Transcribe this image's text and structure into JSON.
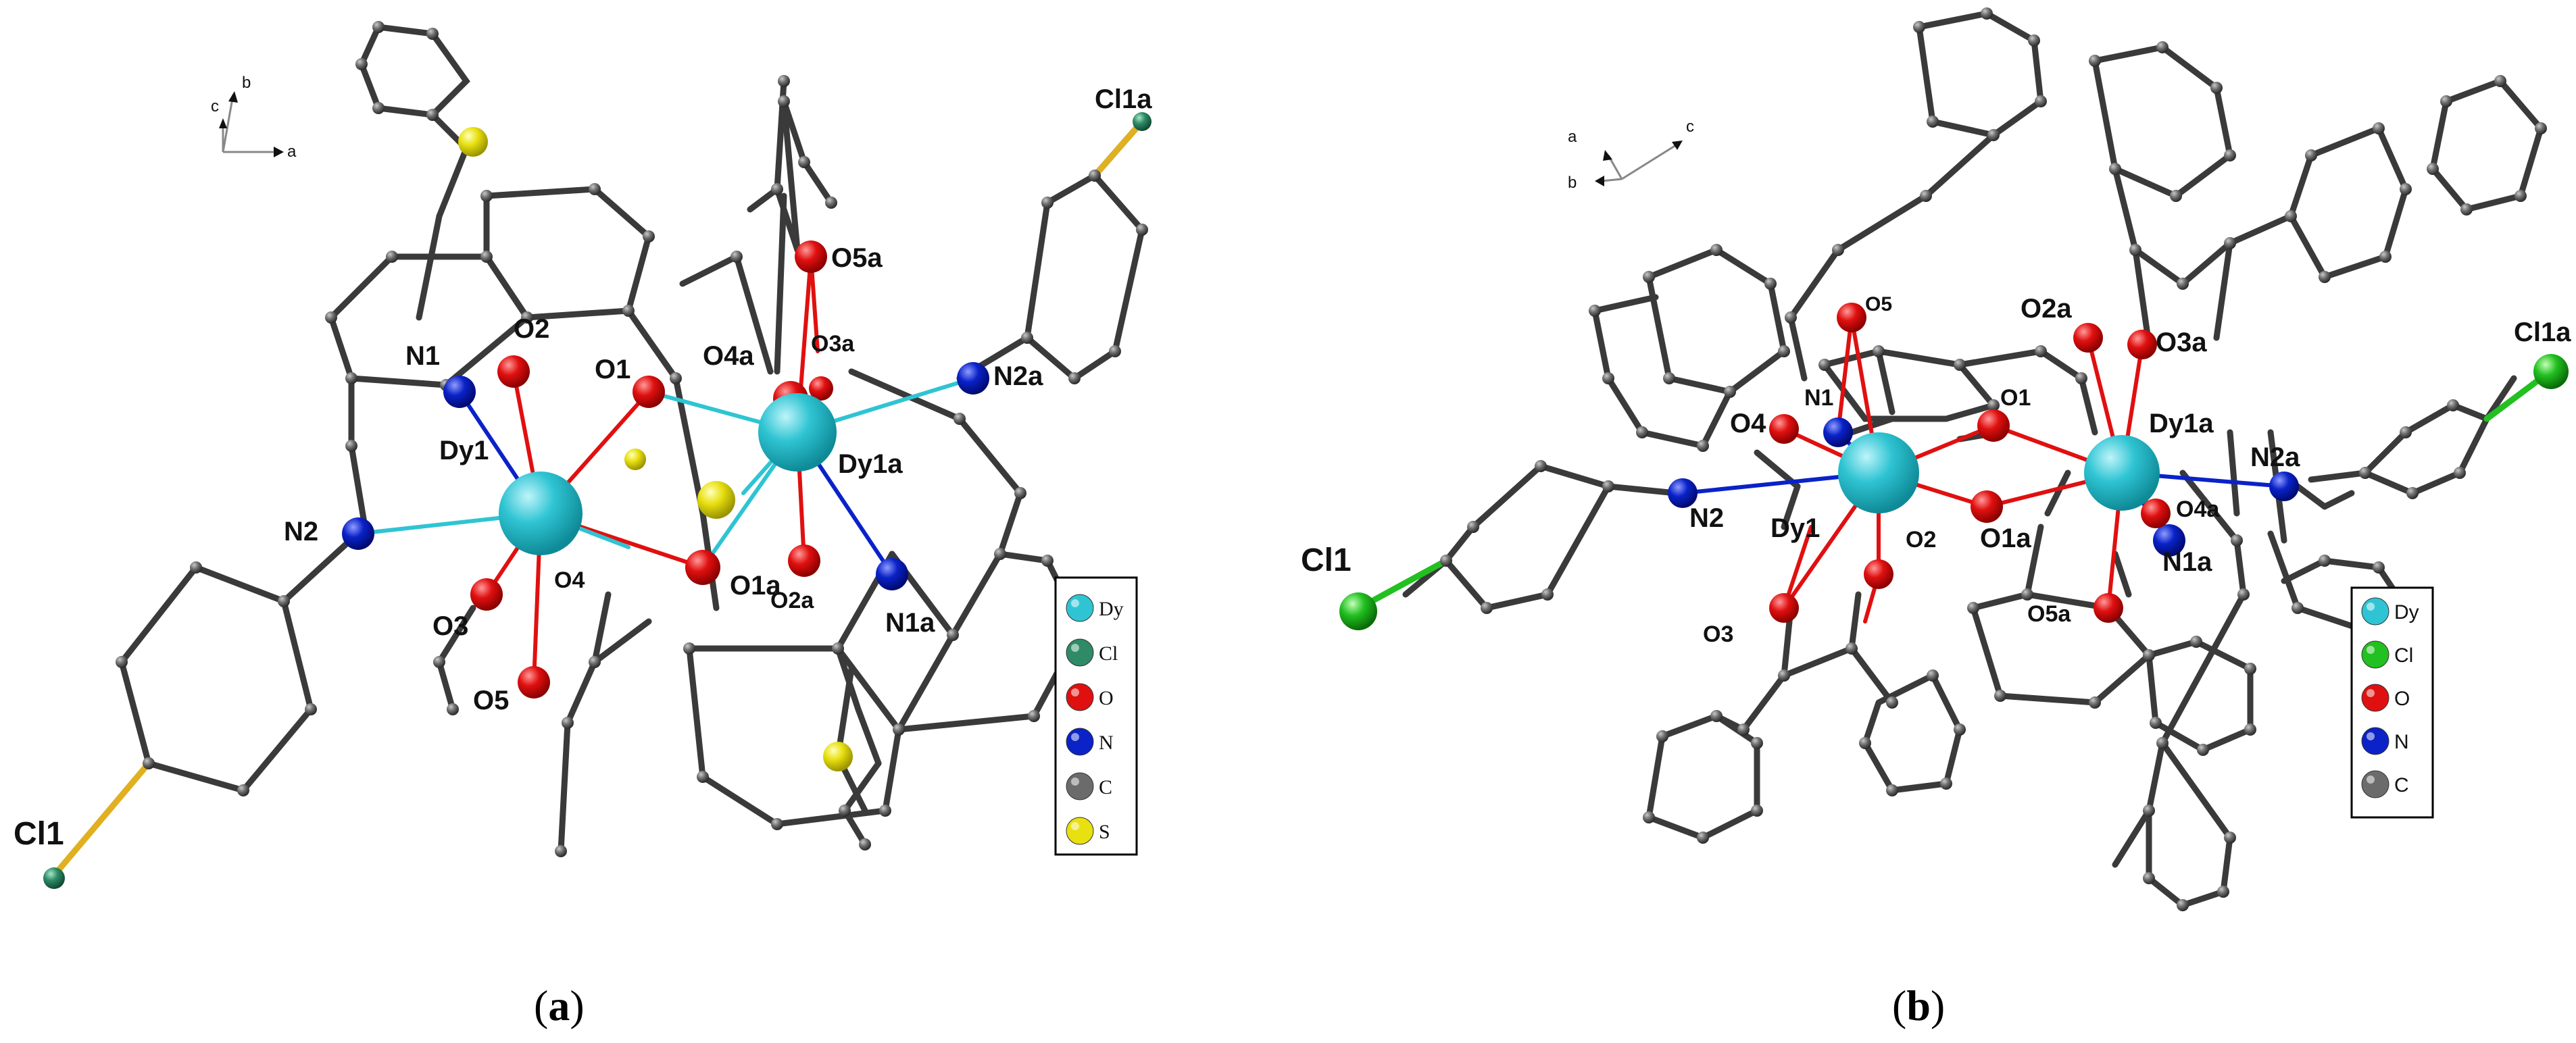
{
  "panels": [
    {
      "id": "a",
      "caption_open": "(",
      "caption_letter": "a",
      "caption_close": ")",
      "axes": [
        "c",
        "b",
        "a"
      ],
      "atom_labels": [
        "Cl1",
        "Cl1a",
        "N1",
        "N2",
        "Dy1",
        "O1",
        "O2",
        "O3",
        "O4",
        "O5",
        "O1a",
        "O2a",
        "O3a",
        "O4a",
        "O5a",
        "Dy1a",
        "N1a",
        "N2a"
      ],
      "legend": [
        {
          "symbol": "Dy",
          "color": "#2fc4d3"
        },
        {
          "symbol": "Cl",
          "color": "#2e8b66"
        },
        {
          "symbol": "O",
          "color": "#e01010"
        },
        {
          "symbol": "N",
          "color": "#0a22c8"
        },
        {
          "symbol": "C",
          "color": "#6b6b6b"
        },
        {
          "symbol": "S",
          "color": "#e8e010"
        }
      ]
    },
    {
      "id": "b",
      "caption_open": "(",
      "caption_letter": "b",
      "caption_close": ")",
      "axes": [
        "a",
        "b",
        "c"
      ],
      "atom_labels": [
        "Cl1",
        "Cl1a",
        "N1",
        "N2",
        "Dy1",
        "O1",
        "O2",
        "O3",
        "O4",
        "O5",
        "O1a",
        "O2a",
        "O3a",
        "O4a",
        "O5a",
        "Dy1a",
        "N1a",
        "N2a"
      ],
      "legend": [
        {
          "symbol": "Dy",
          "color": "#2fc4d3"
        },
        {
          "symbol": "Cl",
          "color": "#22c020"
        },
        {
          "symbol": "O",
          "color": "#e01010"
        },
        {
          "symbol": "N",
          "color": "#0a22c8"
        },
        {
          "symbol": "C",
          "color": "#6b6b6b"
        }
      ]
    }
  ]
}
